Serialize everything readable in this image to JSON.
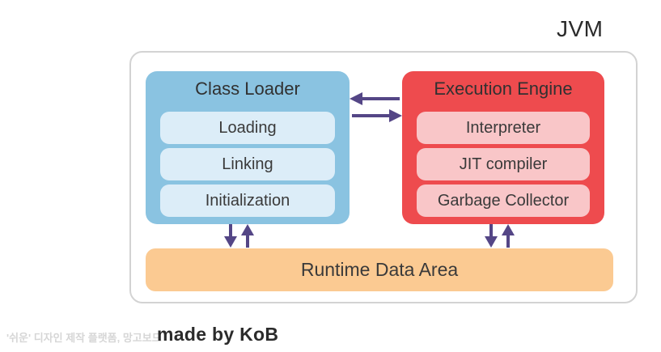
{
  "diagram": {
    "title": "JVM",
    "class_loader": {
      "label": "Class Loader",
      "items": [
        "Loading",
        "Linking",
        "Initialization"
      ]
    },
    "execution_engine": {
      "label": "Execution Engine",
      "items": [
        "Interpreter",
        "JIT compiler",
        "Garbage Collector"
      ]
    },
    "runtime_label": "Runtime Data Area",
    "connections": [
      "execution-engine to class-loader (left arrow)",
      "class-loader to execution-engine (right arrow)",
      "class-loader to runtime-data-area (down/up arrows)",
      "execution-engine to runtime-data-area (down/up arrows)"
    ],
    "colors": {
      "class_loader_bg": "#8AC3E1",
      "class_loader_item_bg": "#DCEDF8",
      "execution_engine_bg": "#EE4B4E",
      "execution_engine_item_bg": "#F9C6C8",
      "runtime_bg": "#FBCA92",
      "arrow": "#544686",
      "container_border": "#D3D3D3"
    }
  },
  "footer": {
    "watermark": "'쉬운' 디자인 제작 플랫폼, 망고보드",
    "credit": "made by KoB"
  }
}
